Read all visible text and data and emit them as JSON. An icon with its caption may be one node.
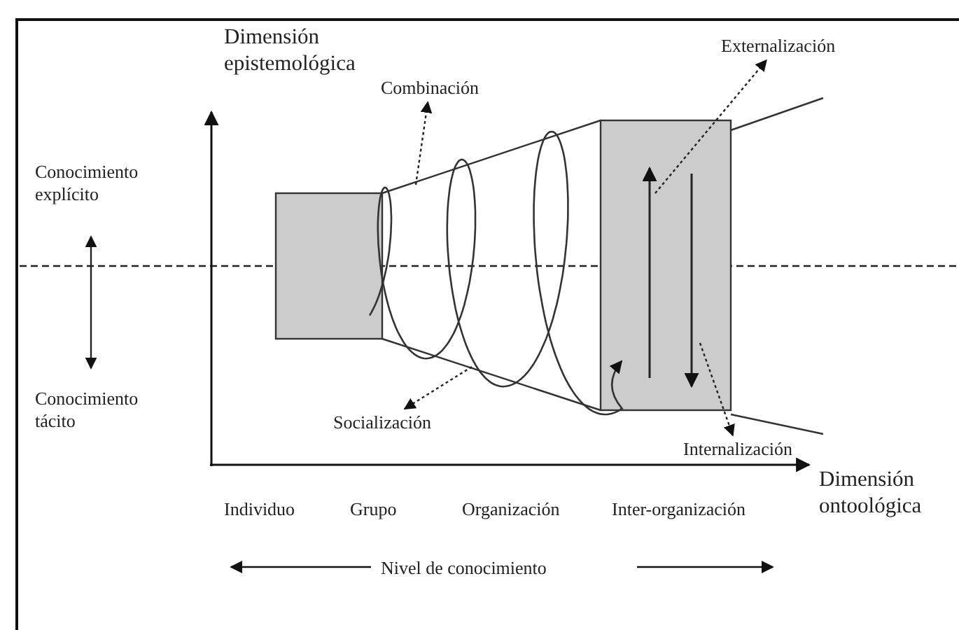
{
  "diagram": {
    "nodes": [
      {
        "text": [
          "Conocimiento explícito"
        ]
      },
      {
        "text": [
          "Conocimiento tácito"
        ]
      },
      {
        "text": [
          "Combinación"
        ]
      },
      {
        "text": [
          "Externalización"
        ]
      },
      {
        "text": [
          "Socialización"
        ]
      },
      {
        "text": [
          "Internalización"
        ]
      }
    ],
    "edges": [
      {
        "from": 0,
        "to": 1,
        "arrow": "both"
      },
      {
        "from": null,
        "to": 2,
        "arrow": "to",
        "style": "dashed"
      },
      {
        "from": null,
        "to": 3,
        "arrow": "to",
        "style": "dashed"
      },
      {
        "from": null,
        "to": 4,
        "arrow": "to",
        "style": "dashed"
      },
      {
        "from": null,
        "to": 5,
        "arrow": "to",
        "style": "dashed"
      }
    ],
    "labels": [
      "Dimensión epistemológica",
      "Individuo",
      "Grupo",
      "Organización",
      "Inter-organización",
      "Dimensión ontoológica",
      "Nivel de conocimiento"
    ]
  }
}
